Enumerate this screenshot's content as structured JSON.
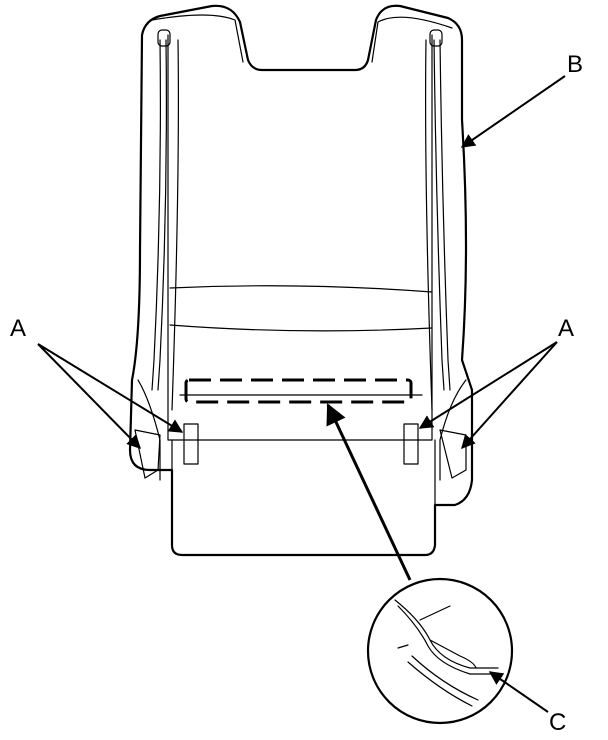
{
  "labels": {
    "a_left": "A",
    "a_right": "A",
    "b": "B",
    "c": "C"
  }
}
